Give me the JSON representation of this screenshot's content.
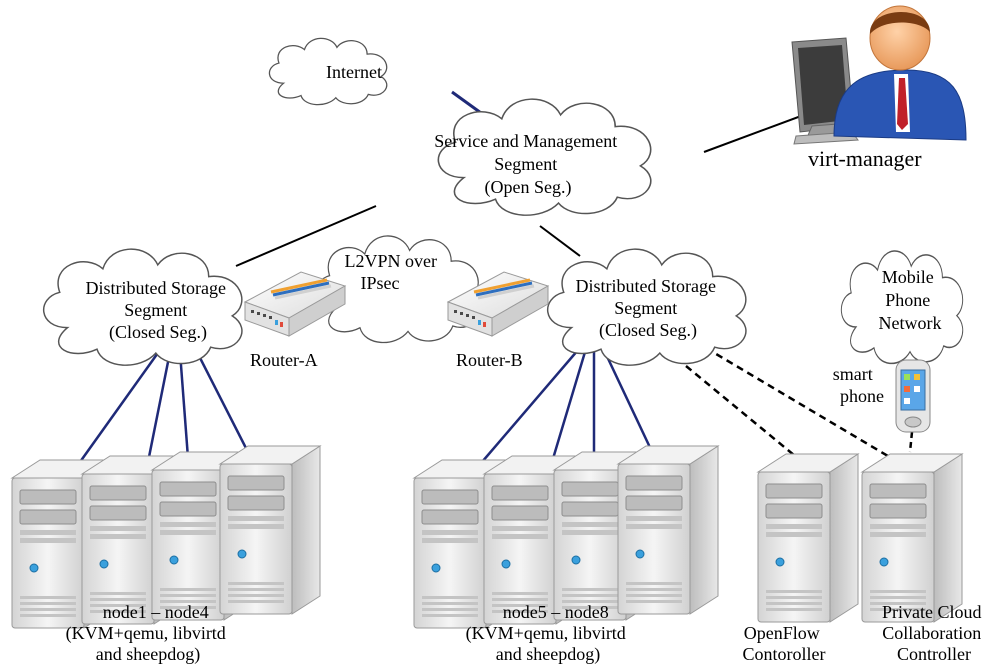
{
  "clouds": {
    "internet": {
      "lines": [
        "Internet"
      ]
    },
    "service": {
      "lines": [
        "Service and Management",
        "Segment",
        "(Open Seg.)"
      ]
    },
    "l2vpn": {
      "lines": [
        "L2VPN over",
        "IPsec"
      ]
    },
    "storage_left": {
      "lines": [
        "Distributed Storage",
        "Segment",
        "(Closed Seg.)"
      ]
    },
    "storage_right": {
      "lines": [
        "Distributed Storage",
        "Segment",
        "(Closed Seg.)"
      ]
    },
    "mobile": {
      "lines": [
        "Mobile",
        "Phone",
        "Network"
      ]
    }
  },
  "routers": {
    "a": {
      "label": "Router-A"
    },
    "b": {
      "label": "Router-B"
    }
  },
  "user": {
    "label": "virt-manager"
  },
  "smartphone": {
    "lines": [
      "smart",
      "phone"
    ]
  },
  "server_groups": {
    "left": {
      "lines": [
        "node1 – node4",
        "(KVM+qemu, libvirtd",
        "and sheepdog)"
      ]
    },
    "right": {
      "lines": [
        "node5 – node8",
        "(KVM+qemu, libvirtd",
        "and sheepdog)"
      ]
    }
  },
  "controllers": {
    "openflow": {
      "lines": [
        "OpenFlow",
        "Contoroller"
      ]
    },
    "private_cloud": {
      "lines": [
        "Private Cloud",
        "Collaboration",
        "Controller"
      ]
    }
  },
  "colors": {
    "navy_link": "#1f2a78",
    "black_link": "#000000",
    "vpn_link": "#8cc63f",
    "server_body": "#e6e6e6",
    "cloud_fill": "#ffffff"
  }
}
